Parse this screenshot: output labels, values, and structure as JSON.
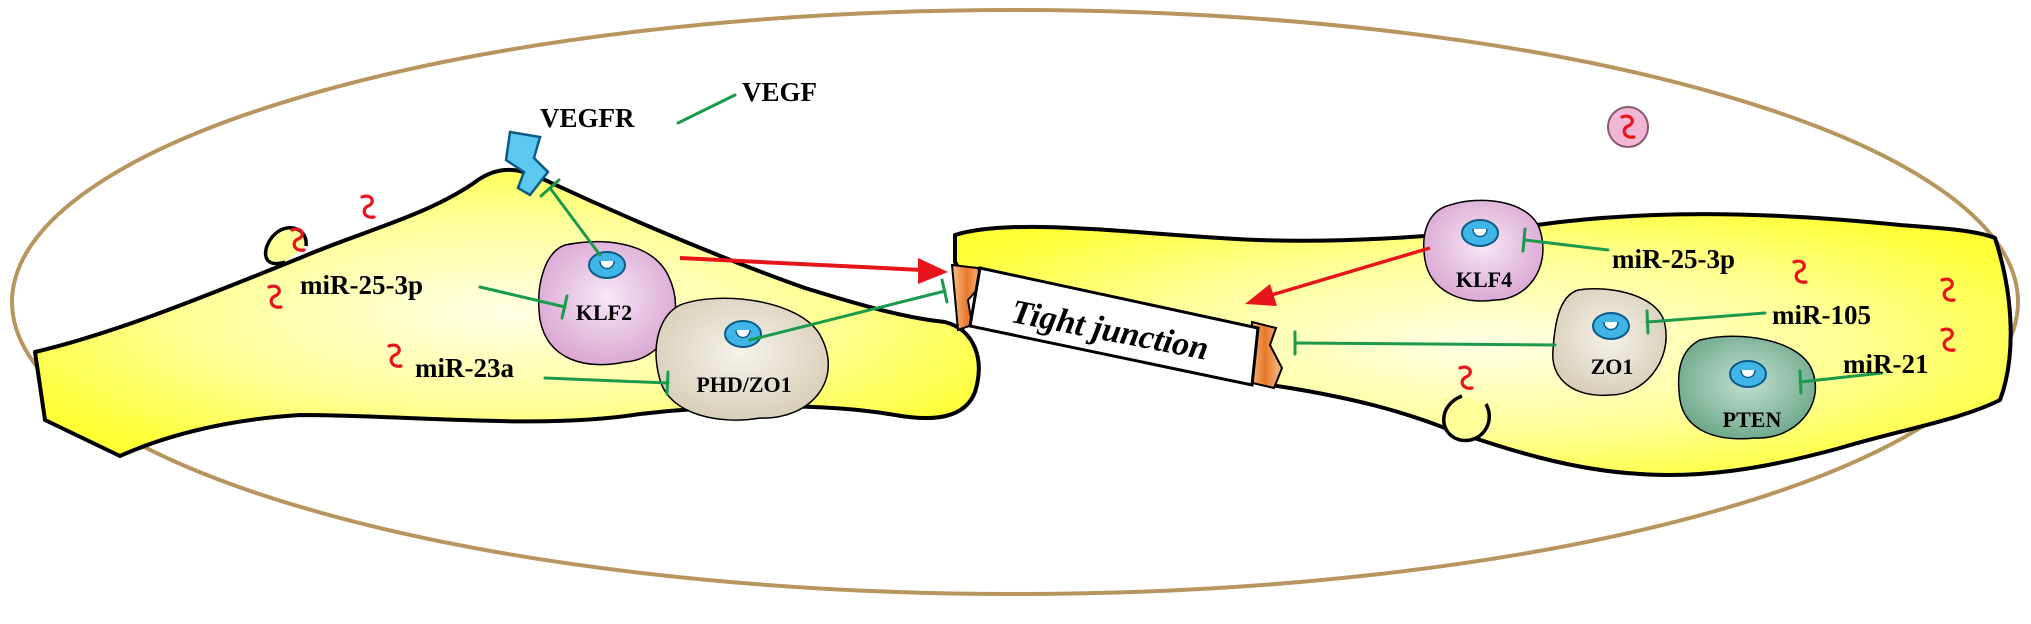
{
  "labels": {
    "vegfr": "VEGFR",
    "vegf": "VEGF",
    "mir_25_3p_left": "miR-25-3p",
    "mir_23a": "miR-23a",
    "klf2": "KLF2",
    "phd_zo1": "PHD/ZO1",
    "tight_junction": "Tight junction",
    "klf4": "KLF4",
    "mir_25_3p_right": "miR-25-3p",
    "mir_105": "miR-105",
    "zo1": "ZO1",
    "mir_21": "miR-21",
    "pten": "PTEN"
  },
  "colors": {
    "vessel_outline": "#b8955f",
    "cell_fill": "#ffff33",
    "cell_center": "#ffffcc",
    "inhibition_line": "#1a9a4a",
    "activation_arrow": "#e8141c",
    "klf_fill": "#e7b9e0",
    "phd_fill": "#e3dcc8",
    "pten_fill": "#7fb59c",
    "receptor_fill": "#5bc8f0",
    "mirna_color": "#e8141c",
    "junction_orange": "#f29a4a"
  },
  "icons": [
    "microrna-icon",
    "receptor-icon",
    "nucleus-icon",
    "vesicle-icon"
  ]
}
